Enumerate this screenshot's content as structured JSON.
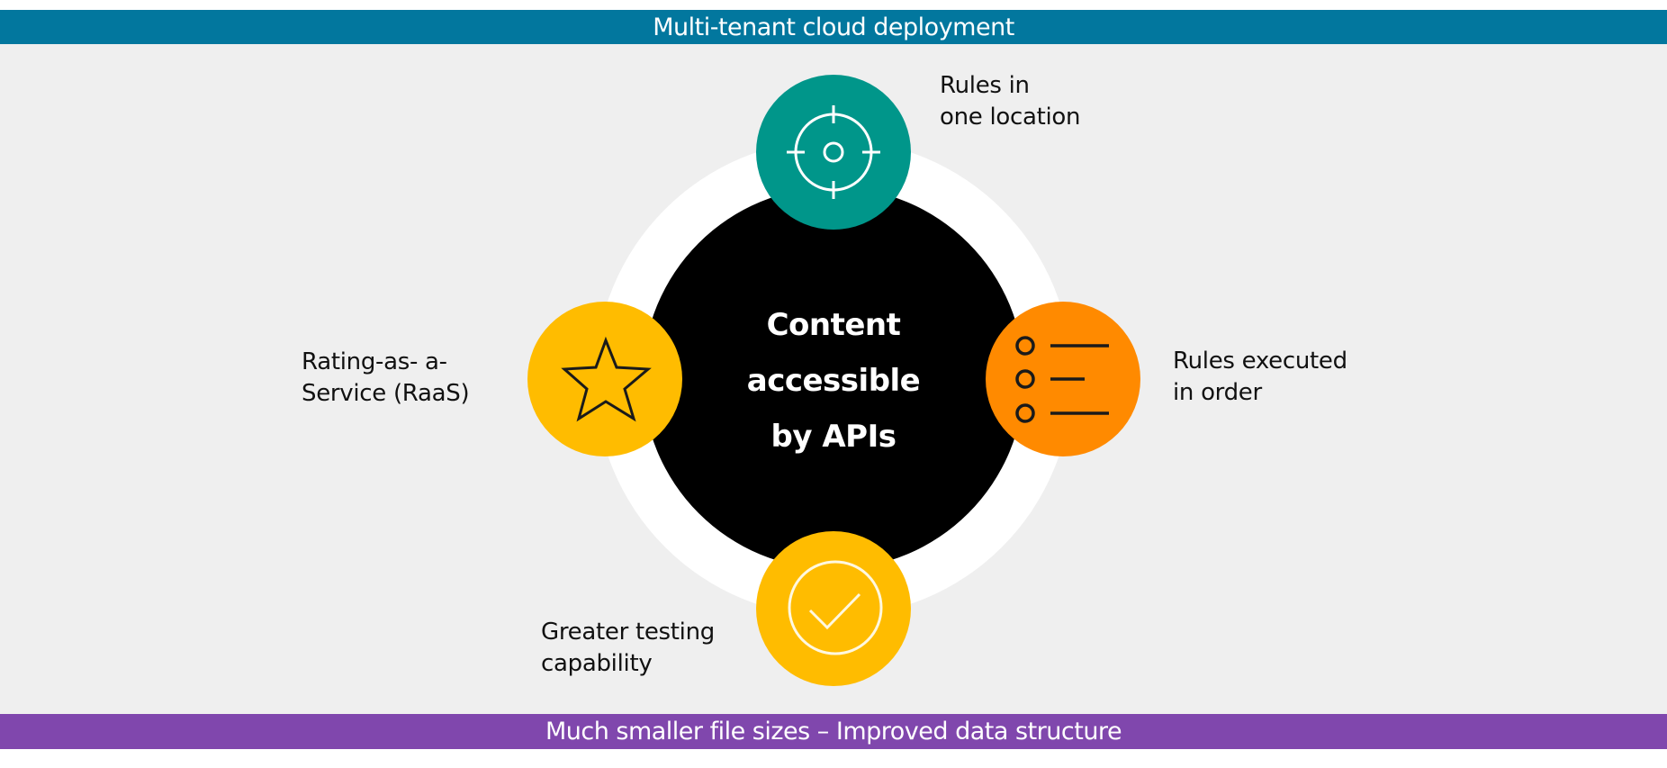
{
  "header": {
    "title": "Multi-tenant cloud deployment",
    "color": "#02779e"
  },
  "footer": {
    "title": "Much smaller file sizes – Improved data structure",
    "color": "#8047ad"
  },
  "hub": {
    "lines": [
      "Content",
      "accessible",
      "by APIs"
    ],
    "fill": "#000000",
    "ring_color": "#ffffff"
  },
  "nodes": [
    {
      "id": "top",
      "icon": "target-icon",
      "color": "#00968a",
      "label_lines": [
        "Rules in",
        "one location"
      ]
    },
    {
      "id": "right",
      "icon": "ordered-list-icon",
      "color": "#ff8a00",
      "label_lines": [
        "Rules executed",
        "in order"
      ]
    },
    {
      "id": "bottom",
      "icon": "checkmark-circle-icon",
      "color": "#ffbc00",
      "label_lines": [
        "Greater testing",
        "capability"
      ]
    },
    {
      "id": "left",
      "icon": "star-icon",
      "color": "#ffbc00",
      "label_lines": [
        "Rating-as- a-",
        "Service (RaaS)"
      ]
    }
  ],
  "background": "#efefef"
}
